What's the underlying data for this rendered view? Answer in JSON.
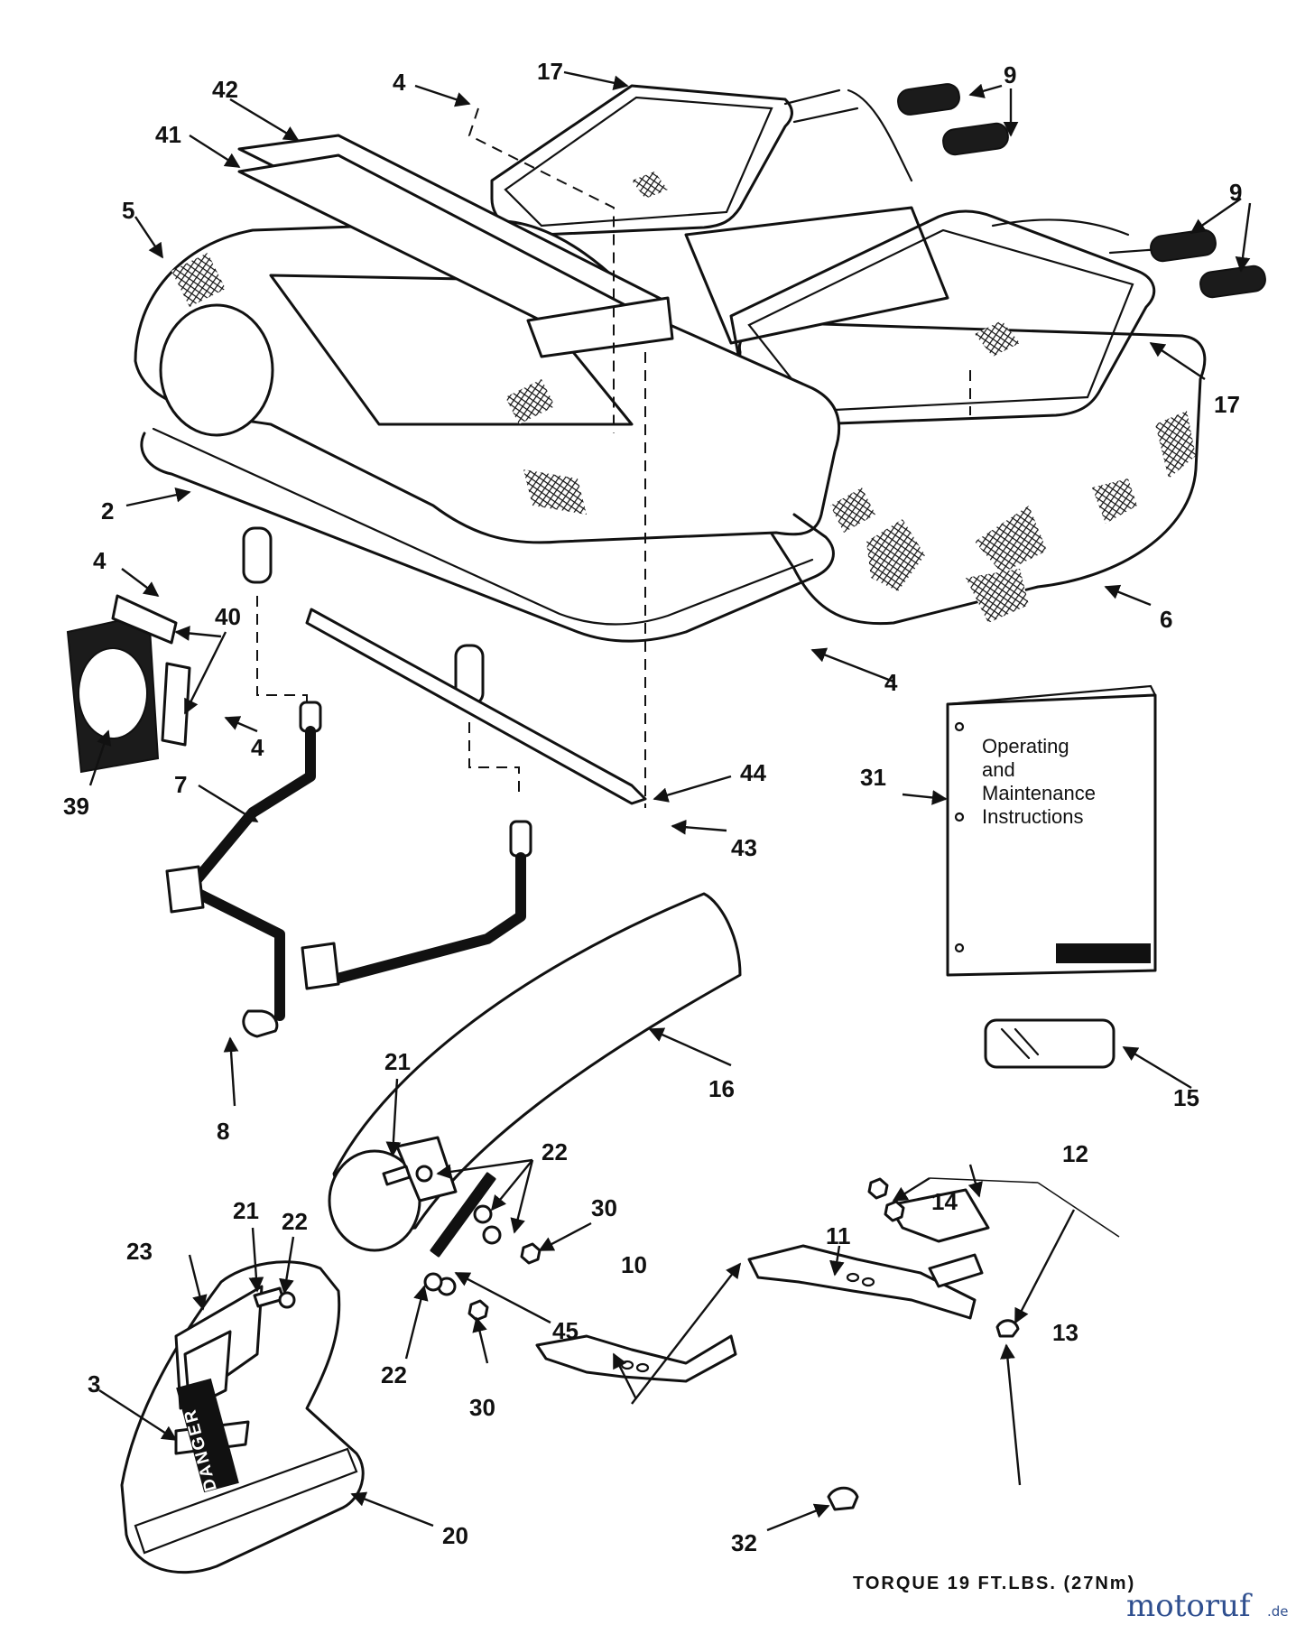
{
  "callouts": {
    "c2": "2",
    "c3": "3",
    "c4a": "4",
    "c4b": "4",
    "c4c": "4",
    "c4d": "4",
    "c5": "5",
    "c6": "6",
    "c7": "7",
    "c8": "8",
    "c9a": "9",
    "c9b": "9",
    "c10": "10",
    "c11": "11",
    "c12": "12",
    "c13": "13",
    "c14": "14",
    "c15": "15",
    "c16": "16",
    "c17a": "17",
    "c17b": "17",
    "c20": "20",
    "c21a": "21",
    "c21b": "21",
    "c22a": "22",
    "c22b": "22",
    "c22c": "22",
    "c23": "23",
    "c30a": "30",
    "c30b": "30",
    "c31": "31",
    "c32": "32",
    "c39": "39",
    "c40": "40",
    "c41": "41",
    "c42": "42",
    "c43": "43",
    "c44": "44",
    "c45": "45"
  },
  "manual": {
    "line1": "Operating",
    "line2": "and",
    "line3": "Maintenance",
    "line4": "Instructions"
  },
  "decal": {
    "text": "DANGER"
  },
  "torque_note": "TORQUE 19 FT.LBS. (27Nm)",
  "watermark": {
    "brand": "motoruf",
    "suffix": ".de"
  },
  "colors": {
    "ink": "#111111",
    "background": "#ffffff",
    "watermark": "#2f4f8f"
  }
}
